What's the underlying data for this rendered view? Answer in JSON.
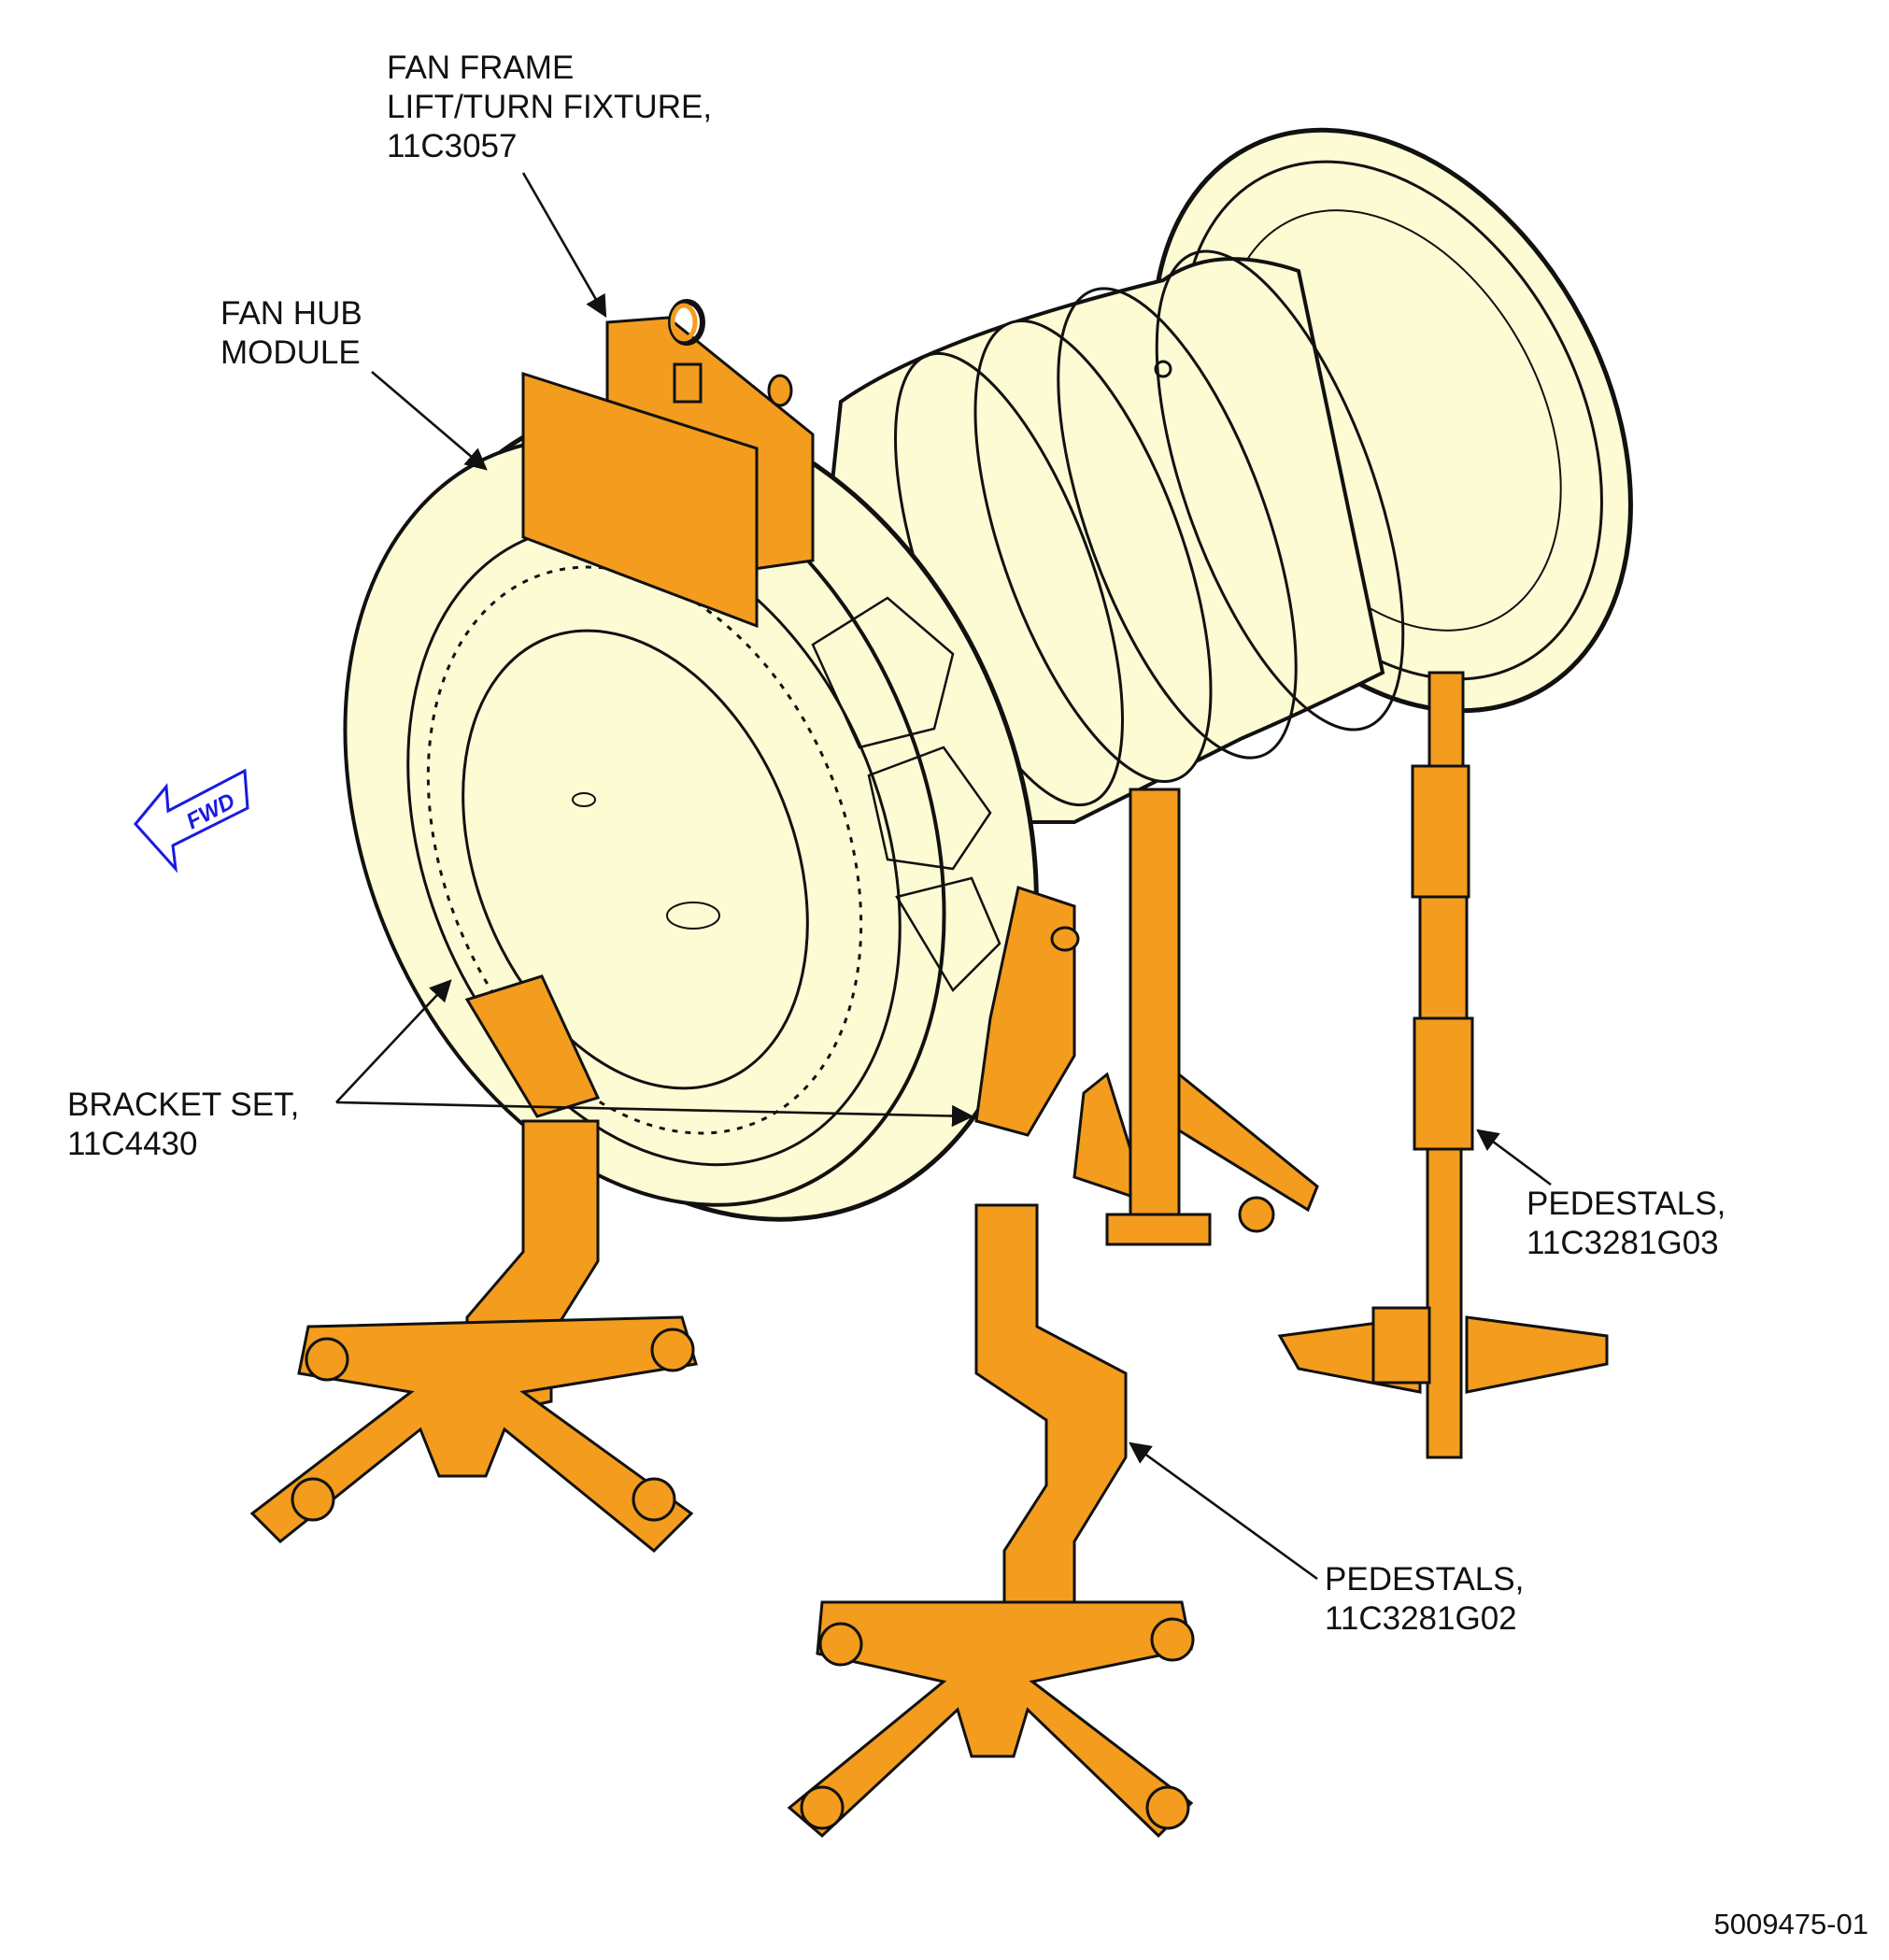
{
  "labels": {
    "fan_frame_fixture": [
      "FAN FRAME",
      "LIFT/TURN FIXTURE,",
      "11C3057"
    ],
    "fan_hub_module": [
      "FAN HUB",
      "MODULE"
    ],
    "bracket_set": [
      "BRACKET SET,",
      "11C4430"
    ],
    "pedestals_g03": [
      "PEDESTALS,",
      "11C3281G03"
    ],
    "pedestals_g02": [
      "PEDESTALS,",
      "11C3281G02"
    ]
  },
  "fwd_arrow_text": "FWD",
  "figure_number": "5009475-01",
  "colors": {
    "tooling": "#f39c1e",
    "engine": "#fdfbd3",
    "outline": "#111111",
    "fwd_arrow": "#1a1adf"
  }
}
